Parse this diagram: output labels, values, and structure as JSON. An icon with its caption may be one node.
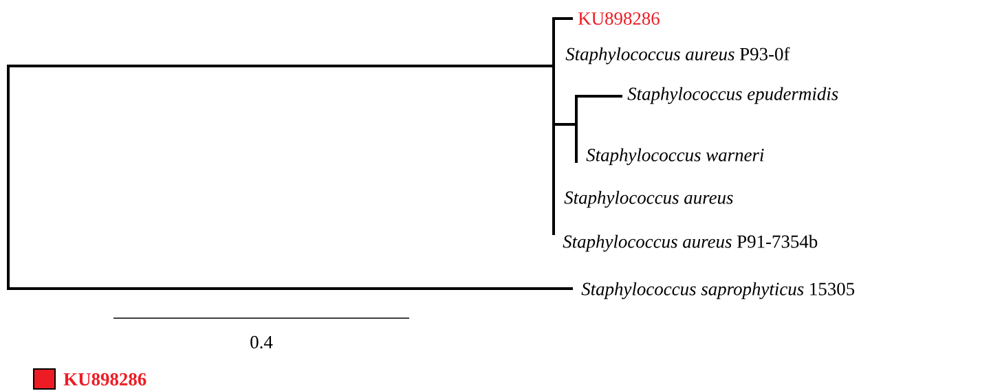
{
  "diagram": {
    "labels": [
      "KU898286",
      "*Staphylococcus aureus* P93-0f",
      "Staphylococcus epudermidis",
      "Staphylococcus warneri",
      "Staphylococcus aureus",
      "*Staphylococcus aureus* P91-7354b",
      "*Staphylococcus saprophyticus* 15305",
      "0.4"
    ],
    "legend": [
      {
        "text": "KU898286",
        "color": "#ed1c24"
      }
    ]
  }
}
